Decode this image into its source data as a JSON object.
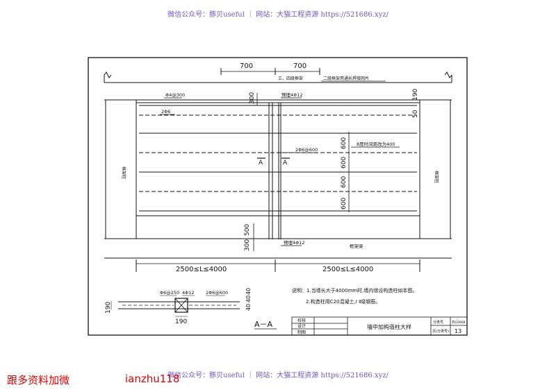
{
  "watermark": {
    "top": "微信公众号：豚贝useful ｜ 网站：大猫工程资源 https://521686.xyz/",
    "bottom": "微信公众号：豚贝useful ｜ 网站：大猫工程资源 https://521686.xyz/"
  },
  "promo": {
    "left": "跟多资料加微",
    "right": "ianzhu118"
  },
  "drawing": {
    "dims": {
      "top_left": "700",
      "top_right": "700",
      "upper_300": "300",
      "lower_300": "300",
      "lower_500": "500",
      "right_50": "50",
      "right_190": "190",
      "span_left": "2500≤L≤4000",
      "span_right": "2500≤L≤4000",
      "row_1": "600",
      "row_2": "600",
      "row_3": "600",
      "row_4": "600"
    },
    "labels": {
      "grade34": "三、四级框架",
      "grade2": "二级框架用通长焊接网片",
      "phi4_300": "Φ4@300",
      "two_phi6": "2Φ6",
      "top_rebar": "预埋4Φ12",
      "mesh": "2Φ6@600",
      "spacing8": "8度时间距改为400",
      "section_a_left": "A",
      "section_a_right": "A",
      "left_col": "框架柱",
      "right_col": "框架柱",
      "bottom_rebar": "预埋4Φ12",
      "frame_beam": "框架梁"
    },
    "section": {
      "title": "A－A",
      "s1": "Φ6@250",
      "s2": "4Φ12",
      "s3": "2Φ6@600",
      "d190_left": "190",
      "d190_bottom": "190",
      "d40_1": "40",
      "d40_2": "40",
      "d40_3": "40"
    },
    "notes": {
      "line1": "说明：1.当墙长大于4000mm时,墙内增设构造柱如本图。",
      "line2": "2.构造柱用C20混凝土,Ⅰ Ⅱ级钢筋。"
    },
    "title_block": {
      "check": "校核",
      "design": "设计",
      "draw": "制图",
      "title": "墙中加构造柱大样",
      "atlas_label": "分类号",
      "atlas_value": "苏G9908",
      "page_label": "页(分类号)",
      "page_value": "13"
    }
  }
}
